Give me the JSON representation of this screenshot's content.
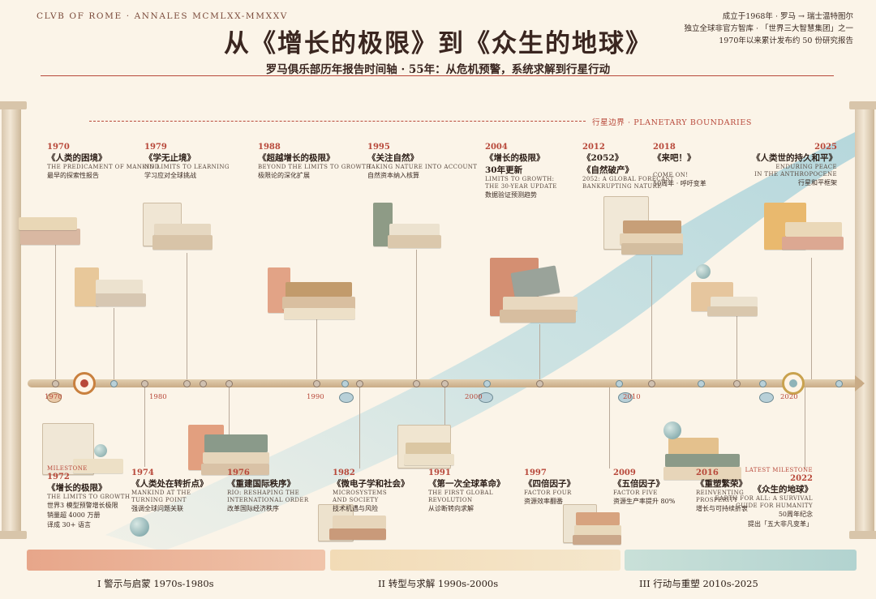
{
  "header": {
    "latin": "CLVB OF ROME  ·  ANNALES MCMLXX-MMXXV",
    "title": "从《增长的极限》到《众生的地球》",
    "subtitle": "罗马俱乐部历年报告时间轴 · 55年：从危机预警，系统求解到行星行动",
    "info_lines": [
      "成立于1968年 · 罗马 → 瑞士温特图尔",
      "独立全球非官方智库 · 「世界三大智慧集团」之一",
      "1970年以来累计发布约 50 份研究报告"
    ]
  },
  "planetary_boundaries_label": "行星边界 · PLANETARY BOUNDARIES",
  "axis_years": [
    "1970",
    "1980",
    "1990",
    "2000",
    "2010",
    "2020"
  ],
  "events_top": [
    {
      "year": "1970",
      "title": "《人类的困境》",
      "en": "THE PREDICAMENT OF MANKIND",
      "zh": "最早的探索性报告"
    },
    {
      "year": "1979",
      "title": "《学无止境》",
      "en": "NO LIMITS TO LEARNING",
      "zh": "学习应对全球挑战"
    },
    {
      "year": "1988",
      "title": "《超越增长的极限》",
      "en": "BEYOND THE LIMITS TO GROWTH",
      "zh": "极限论的深化扩展"
    },
    {
      "year": "1995",
      "title": "《关注自然》",
      "en": "TAKING NATURE INTO ACCOUNT",
      "zh": "自然资本纳入核算"
    },
    {
      "year": "2004",
      "title": "《增长的极限》",
      "title2": "30年更新",
      "en": "LIMITS TO GROWTH:",
      "en2": "THE 30-YEAR UPDATE",
      "zh": "数据验证预测趋势"
    },
    {
      "year": "2012",
      "title": "《2052》",
      "title2": "《自然破产》",
      "en": "2052: A GLOBAL FORECAST",
      "en2": "BANKRUPTING NATURE"
    },
    {
      "year": "2018",
      "title": "《来吧！》",
      "en": "COME ON!",
      "zh": "50周年 · 呼吁变革"
    },
    {
      "year": "2025",
      "title": "《人类世的持久和平》",
      "en": "ENDURING PEACE",
      "en2": "IN THE ANTHROPOCENE",
      "zh": "行星和平框架"
    }
  ],
  "events_bottom": [
    {
      "year": "1972",
      "label": "MILESTONE",
      "title": "《增长的极限》",
      "en": "THE LIMITS TO GROWTH",
      "zh": "世界3 模型预警增长极限",
      "zh2": "销量超 4000 万册",
      "zh3": "译成 30+ 语言"
    },
    {
      "year": "1974",
      "title": "《人类处在转折点》",
      "en": "MANKIND AT THE",
      "en2": "TURNING POINT",
      "zh": "强调全球问题关联"
    },
    {
      "year": "1976",
      "title": "《重建国际秩序》",
      "en": "RIO: RESHAPING THE",
      "en2": "INTERNATIONAL ORDER",
      "zh": "改革国际经济秩序"
    },
    {
      "year": "1982",
      "title": "《微电子学和社会》",
      "en": "MICROSYSTEMS",
      "en2": "AND SOCIETY",
      "zh": "技术机遇与风险"
    },
    {
      "year": "1991",
      "title": "《第一次全球革命》",
      "en": "THE FIRST GLOBAL",
      "en2": "REVOLUTION",
      "zh": "从诊断转向求解"
    },
    {
      "year": "1997",
      "title": "《四倍因子》",
      "en": "FACTOR FOUR",
      "zh": "资源效率翻番"
    },
    {
      "year": "2009",
      "title": "《五倍因子》",
      "en": "FACTOR FIVE",
      "zh": "资源生产率提升 80%"
    },
    {
      "year": "2016",
      "title": "《重塑繁荣》",
      "en": "REINVENTING",
      "en2": "PROSPERITY",
      "zh": "增长与可持续折衷"
    },
    {
      "year": "2022",
      "label": "LATEST MILESTONE",
      "title": "《众生的地球》",
      "en": "EARTH FOR ALL: A SURVIVAL",
      "en2": "GUIDE FOR HUMANITY",
      "zh": "50周年纪念",
      "zh2": "提出「五大非凡变革」"
    }
  ],
  "eras": [
    {
      "label": "I 警示与启蒙 1970s-1980s",
      "color": "#e6a98c"
    },
    {
      "label": "II 转型与求解 1990s-2000s",
      "color": "#f0d7b0"
    },
    {
      "label": "III 行动与重塑 2010s-2025",
      "color": "#b9d6d0"
    }
  ],
  "colors": {
    "accent": "#b8483a",
    "river": "#b9dbe0",
    "paper": "#fbf4e8"
  }
}
